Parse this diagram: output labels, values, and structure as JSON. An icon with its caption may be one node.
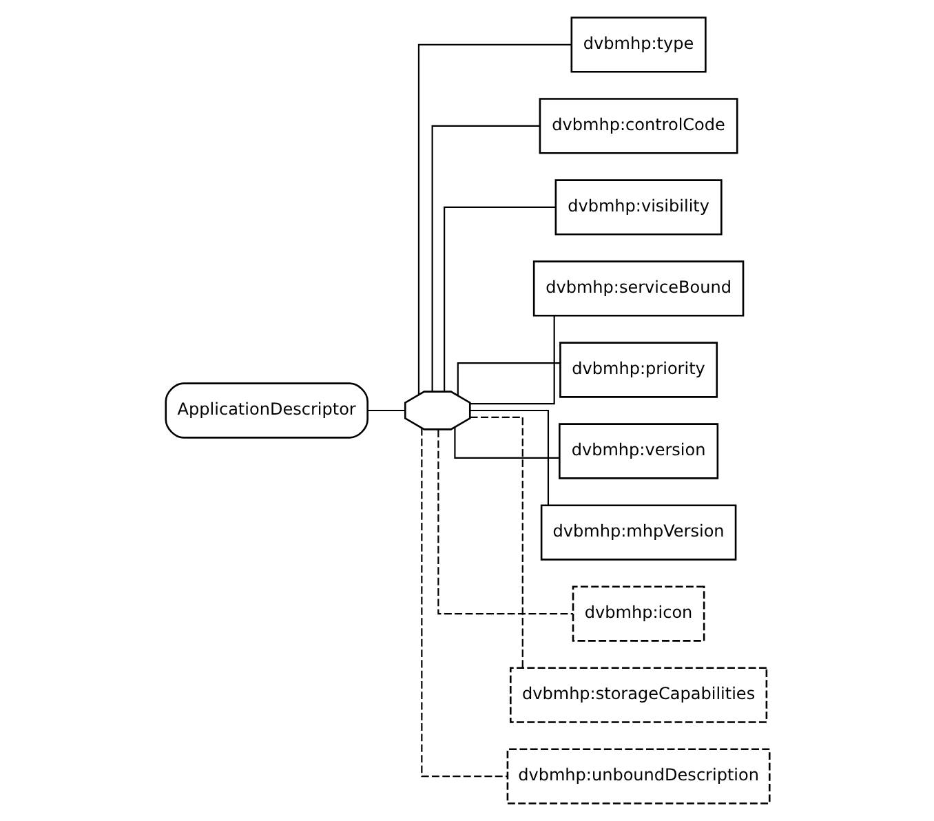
{
  "diagram": {
    "nodes": [
      {
        "text": [
          "ApplicationDescriptor"
        ]
      },
      {
        "text": [],
        "shape": "octagon"
      },
      {
        "text": [
          "dvbmhp:type"
        ]
      },
      {
        "text": [
          "dvbmhp:controlCode"
        ]
      },
      {
        "text": [
          "dvbmhp:visibility"
        ]
      },
      {
        "text": [
          "dvbmhp:serviceBound"
        ]
      },
      {
        "text": [
          "dvbmhp:priority"
        ]
      },
      {
        "text": [
          "dvbmhp:version"
        ]
      },
      {
        "text": [
          "dvbmhp:mhpVersion"
        ]
      },
      {
        "text": [
          "dvbmhp:icon"
        ]
      },
      {
        "text": [
          "dvbmhp:storageCapabilities"
        ]
      },
      {
        "text": [
          "dvbmhp:unboundDescription"
        ]
      }
    ],
    "edges": [
      {
        "from": 0,
        "to": 1,
        "arrow": "none"
      },
      {
        "from": 1,
        "to": 2,
        "arrow": "none"
      },
      {
        "from": 1,
        "to": 3,
        "arrow": "none"
      },
      {
        "from": 1,
        "to": 4,
        "arrow": "none"
      },
      {
        "from": 1,
        "to": 5,
        "arrow": "none"
      },
      {
        "from": 1,
        "to": 6,
        "arrow": "none"
      },
      {
        "from": 1,
        "to": 7,
        "arrow": "none"
      },
      {
        "from": 1,
        "to": 8,
        "arrow": "none"
      },
      {
        "from": 1,
        "to": 9,
        "arrow": "none",
        "style": "dashed"
      },
      {
        "from": 1,
        "to": 10,
        "arrow": "none",
        "style": "dashed"
      },
      {
        "from": 1,
        "to": 11,
        "arrow": "none",
        "style": "dashed"
      }
    ]
  }
}
